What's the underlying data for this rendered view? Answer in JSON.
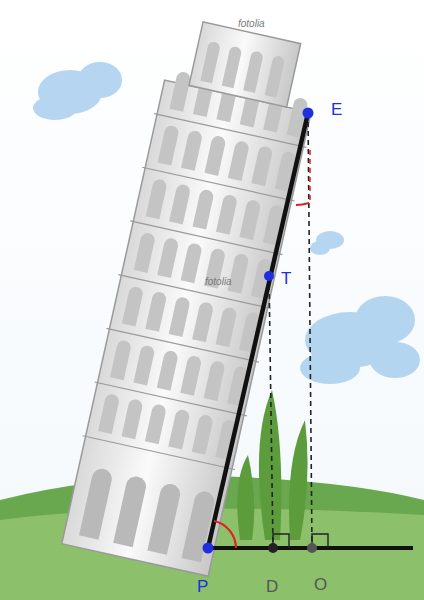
{
  "diagram": {
    "labels": [
      "fotolia",
      "E",
      "T",
      "fotolia",
      "P",
      "D",
      "O"
    ]
  }
}
